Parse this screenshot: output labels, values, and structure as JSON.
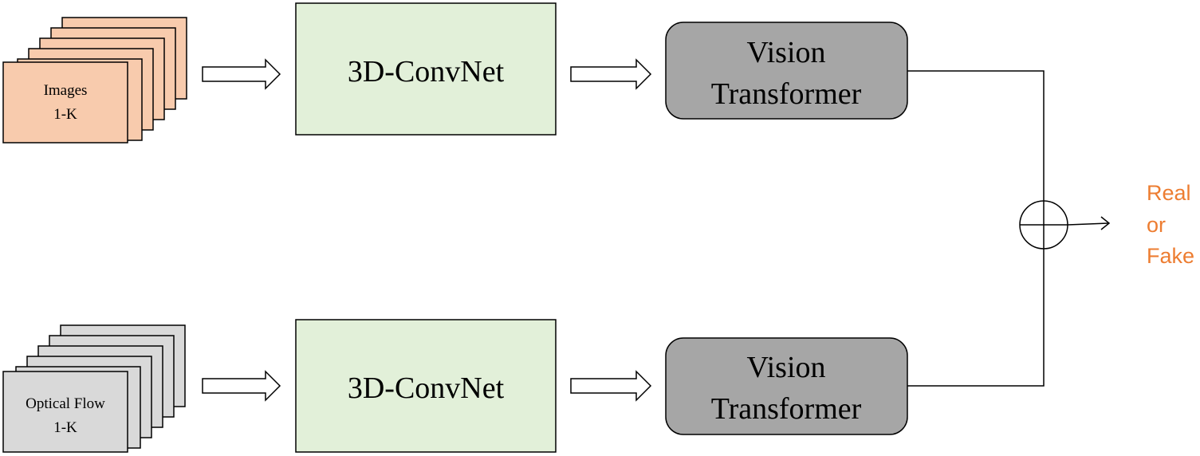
{
  "colors": {
    "images_stack": "#f8cbad",
    "flow_stack": "#d9d9d9",
    "convnet": "#e2f0d9",
    "transformer": "#a6a6a6",
    "output_text": "#ed7d31",
    "stroke": "#000000"
  },
  "top_branch": {
    "input_label_line1": "Images",
    "input_label_line2": "1-K",
    "convnet_label": "3D-ConvNet",
    "transformer_line1": "Vision",
    "transformer_line2": "Transformer"
  },
  "bottom_branch": {
    "input_label_line1": "Optical Flow",
    "input_label_line2": "1-K",
    "convnet_label": "3D-ConvNet",
    "transformer_line1": "Vision",
    "transformer_line2": "Transformer"
  },
  "fusion": {
    "symbol": "circle-plus-icon"
  },
  "output": {
    "line1": "Real",
    "line2": "or",
    "line3": "Fake"
  }
}
